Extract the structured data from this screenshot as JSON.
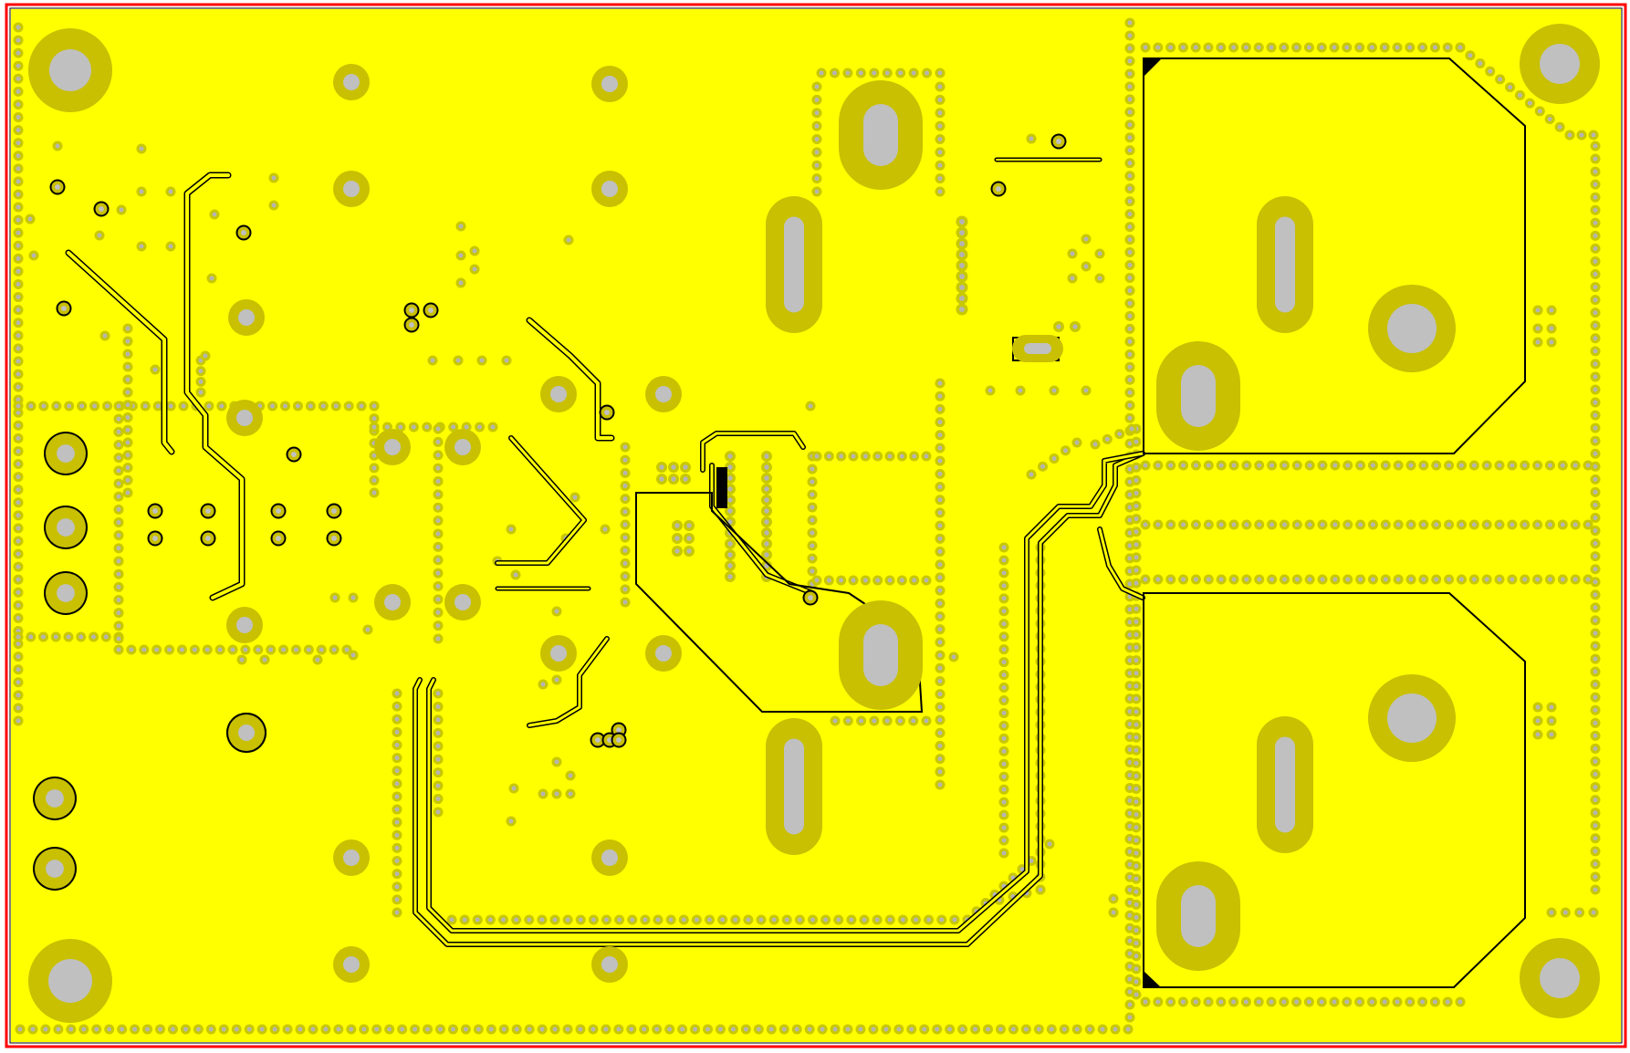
{
  "colors": {
    "background": "#ffffff",
    "copper": "#ffff00",
    "pad_ring": "#c8c000",
    "via_ring": "#c8c800",
    "drill": "#c0c0c0",
    "via_drill": "#b4b4b4",
    "trace": "#000000",
    "outline": "#ff0000"
  },
  "layer": {
    "name": "copper-pour-layer",
    "element_kinds": [
      "board-outline",
      "copper-pour",
      "mounting-hole",
      "oval-pad",
      "through-hole-pad",
      "via",
      "trace",
      "isolated-copper-region"
    ]
  }
}
